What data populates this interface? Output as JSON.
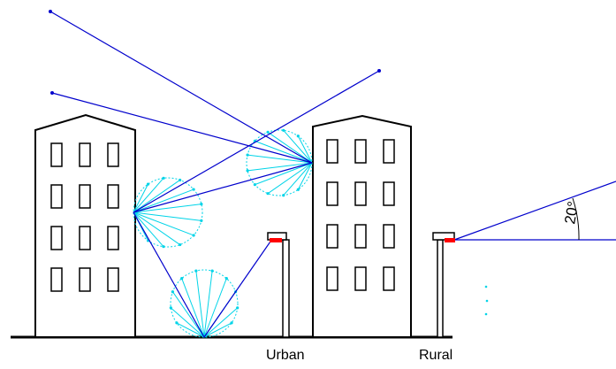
{
  "labels": {
    "urban": "Urban",
    "rural": "Rural",
    "angle": "20°"
  },
  "colors": {
    "building": "#000000",
    "ray": "#0000cc",
    "lobe": "#00d4e8",
    "lamp_head": "#ff0000",
    "background": "#ffffff"
  },
  "elements": {
    "buildings": [
      "left-building",
      "right-building"
    ],
    "street_lights": [
      "urban-street-light",
      "rural-street-light"
    ],
    "reflection_lobes": 3
  }
}
